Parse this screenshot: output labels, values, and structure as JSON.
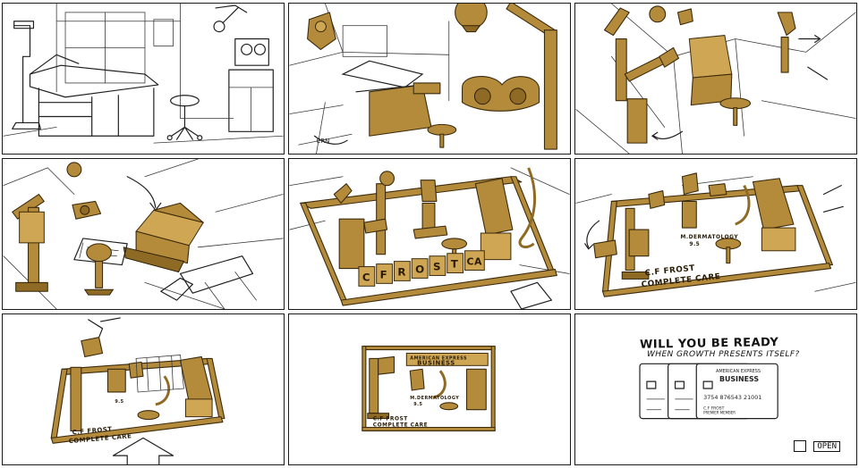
{
  "panels": {
    "p6": {
      "plate_line1": "C.F FROST",
      "plate_line2": "COMPLETE CARE",
      "plate_card": "M.DERMATOLOGY",
      "plate_num": "9.5"
    },
    "p5": {
      "letters": [
        "C",
        "F",
        "R",
        "O",
        "S",
        "T",
        "CA"
      ]
    },
    "p7": {
      "plate_line1": "C.F FROST",
      "plate_line2": "COMPLETE CARE",
      "plate_num": "9.5"
    },
    "p8": {
      "plate_header": "AMERICAN EXPRESS",
      "plate_card": "BUSINESS",
      "plate_line1": "C.F FROST",
      "plate_line2": "COMPLETE CARE",
      "plate_num": "9.5",
      "plate_small": "M.DERMATOLOGY"
    },
    "p9": {
      "headline": "WILL YOU BE READY",
      "subline": "WHEN GROWTH PRESENTS ITSELF?",
      "card_brand": "AMERICAN EXPRESS",
      "card_name": "BUSINESS",
      "card_number": "3754 876543 21001",
      "card_holder": "C.F FROST",
      "card_holder2": "PREMIER MEMBER",
      "open_label": "OPEN"
    }
  },
  "colors": {
    "gold": "#b38b3a",
    "gold_light": "#cfa654",
    "gold_dark": "#8e6a24",
    "ink": "#1f1f1f"
  }
}
